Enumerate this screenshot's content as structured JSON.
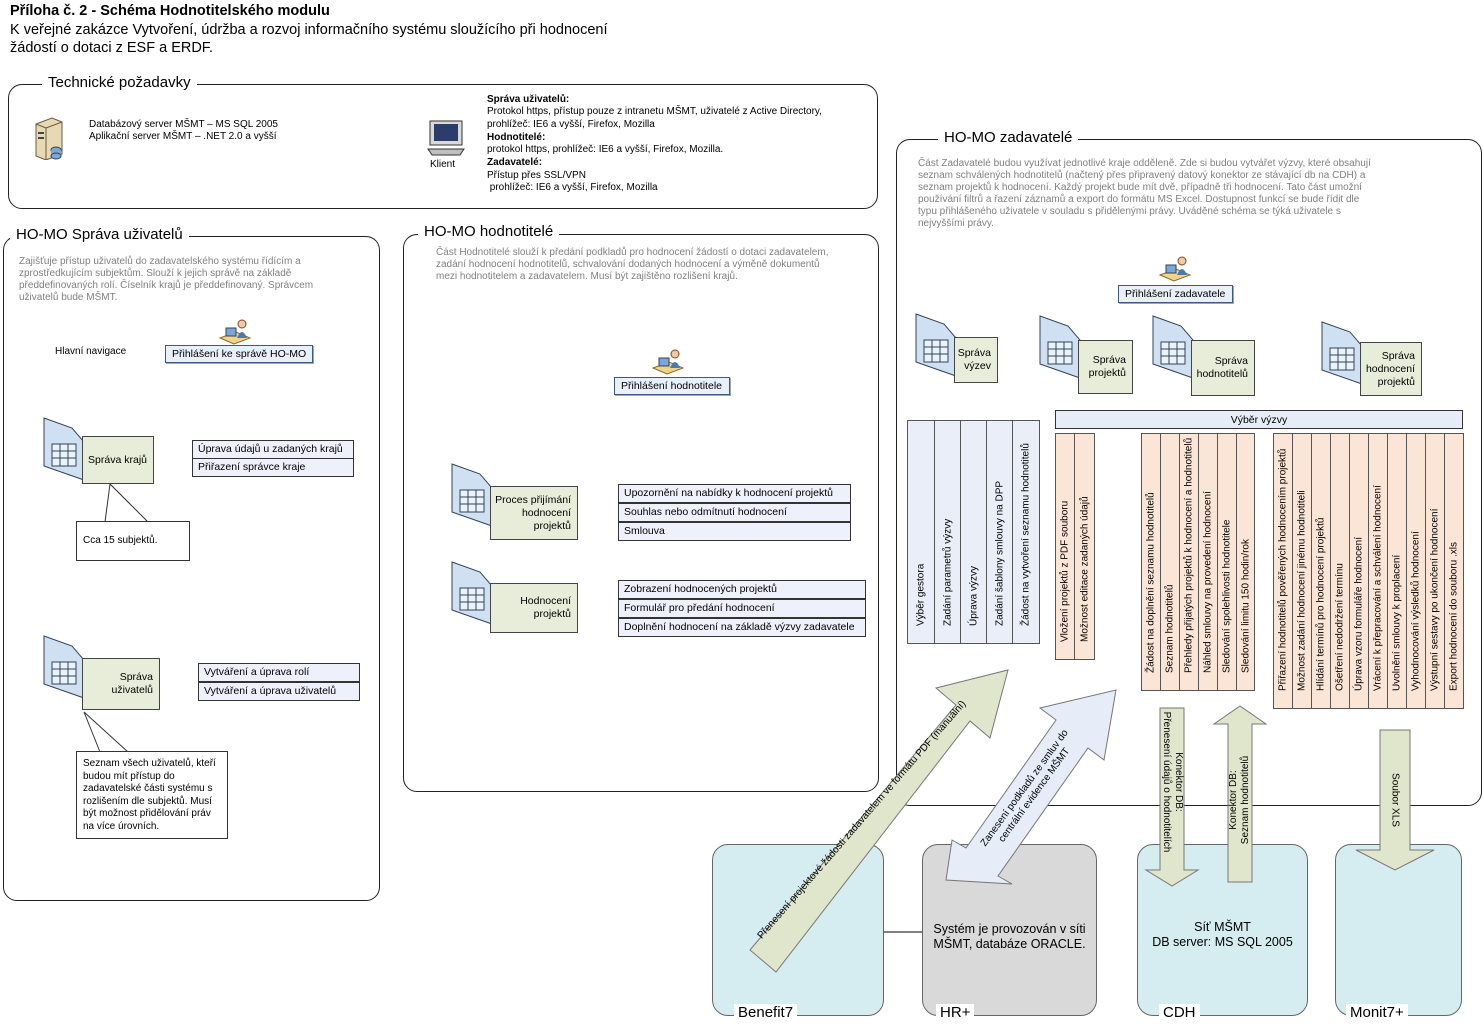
{
  "header": {
    "title": "Příloha č. 2 - Schéma Hodnotitelského modulu",
    "line2": "K veřejné zakázce Vytvoření, údržba a rozvoj informačního systému sloužícího při hodnocení",
    "line3": "žádostí o dotaci z ESF a ERDF."
  },
  "tech": {
    "title": "Technické požadavky",
    "server_line1": "Databázový server MŠMT – MS SQL 2005",
    "server_line2": "Aplikační server MŠMT – .NET 2.0 a vyšší",
    "client_label": "Klient",
    "users_hdr": "Správa uživatelů:",
    "users_l1": "Protokol https, přístup pouze z intranetu MŠMT, uživatelé z Active Directory,",
    "users_l2": "prohlížeč: IE6 a vyšší, Firefox, Mozilla",
    "eval_hdr": "Hodnotitelé:",
    "eval_l1": "protokol https, prohlížeč: IE6 a vyšší, Firefox, Mozilla.",
    "assign_hdr": "Zadavatelé:",
    "assign_l1": "Přístup přes SSL/VPN",
    "assign_l2": " prohlížeč: IE6 a vyšší, Firefox, Mozilla"
  },
  "users": {
    "title": "HO-MO Správa uživatelů",
    "desc": "Zajišťuje přístup uživatelů do zadavatelského systému řídícím a zprostředkujícím subjektům. Slouží k jejich správě na základě předdefinovaných rolí. Číselník krajů je předdefinovaný. Správcem uživatelů bude MŠMT.",
    "nav_label": "Hlavní navigace",
    "login": "Přihlášení ke správě HO-MO",
    "regions_module": "Správa krajů",
    "regions_items": [
      "Úprava údajů u zadaných krajů",
      "Přiřazení správce kraje"
    ],
    "regions_note": "Cca 15 subjektů.",
    "users_module_l1": "Správa",
    "users_module_l2": "uživatelů",
    "users_items": [
      "Vytváření a úprava rolí",
      "Vytváření a úprava uživatelů"
    ],
    "users_note": "Seznam všech uživatelů, kteří budou mít přístup do zadavatelské části systému s rozlišením dle subjektů. Musí být možnost přidělování práv na více úrovních."
  },
  "evaluators": {
    "title": "HO-MO hodnotitelé",
    "desc": "Část Hodnotitelé slouží k předání podkladů pro hodnocení žádostí o dotaci zadavatelem, zadání hodnocení hodnotitelů, schvalování dodaných hodnocení a výměně dokumentů mezi hodnotitelem a zadavatelem. Musí být zajištěno rozlišení krajů.",
    "login": "Přihlášení hodnotitele",
    "accept_module_l1": "Proces přijímání",
    "accept_module_l2": "hodnocení",
    "accept_module_l3": "projektů",
    "accept_items": [
      "Upozornění na nabídky k hodnocení projektů",
      "Souhlas nebo odmítnutí hodnocení",
      "Smlouva"
    ],
    "eval_module_l1": "Hodnocení",
    "eval_module_l2": "projektů",
    "eval_items": [
      "Zobrazení hodnocených projektů",
      "Formulář pro předání hodnocení",
      "Doplnění hodnocení na základě výzvy zadavatele"
    ]
  },
  "assigners": {
    "title": "HO-MO zadavatelé",
    "desc": "Část Zadavatelé budou využívat jednotlivé kraje odděleně. Zde si budou vytvářet výzvy, které obsahují seznam schválených hodnotitelů (načtený přes připravený datový konektor ze stávající db na CDH) a seznam projektů k hodnocení. Každý projekt bude mít dvě, případně tři hodnocení. Tato část umožní používání filtrů a řazení záznamů a export do formátu MS Excel. Dostupnost funkcí se bude řídit dle typu přihlášeného uživatele v souladu s přidělenými právy. Uváděné schéma se týká uživatele s nejvyššími právy.",
    "login": "Přihlášení zadavatele",
    "modules": [
      {
        "l1": "Správa",
        "l2": "výzev",
        "l3": ""
      },
      {
        "l1": "Správa",
        "l2": "projektů",
        "l3": ""
      },
      {
        "l1": "Správa",
        "l2": "hodnotitelů",
        "l3": ""
      },
      {
        "l1": "Správa",
        "l2": "hodnocení",
        "l3": "projektů"
      }
    ],
    "select_call": "Výběr výzvy",
    "calls_cols": [
      "Výběr gestora",
      "Zadání parametrů výzvy",
      "Úprava výzvy",
      "Zadání šablony smlouvy na DPP",
      "Žádost na vytvoření seznamu hodnotitelů"
    ],
    "projects_cols": [
      "Vložení projektů z PDF souboru",
      "Možnost editace zadaných údajů"
    ],
    "evaluators_cols": [
      "Žádost na doplnění seznamu hodnotitelů",
      "Seznam hodnotitelů",
      "Přehledy přijatých projektů k hodnocení a hodnotitelů",
      "Náhled smlouvy na provedení hodnocení",
      "Sledování spolehlivosti hodnotitele",
      "Sledování limitu 150 hodin/rok"
    ],
    "ratings_cols": [
      "Přiřazení hodnotitelů pověřených hodnocením projektů",
      "Možnost zadání hodnocení jinému hodnotiteli",
      "Hlídání termínů pro hodnocení projektů",
      "Ošetření nedodržení termínu",
      "Úprava vzoru formuláře hodnocení",
      "Vrácení k přepracování a schválení hodnocení",
      "Uvolnění smlouvy k proplacení",
      "Vyhodnocování výsledků hodnocení",
      "Výstupní sestavy po ukončení hodnocení",
      "Export hodnocení do souboru .xls"
    ]
  },
  "arrows": {
    "benefit": "Přenesení projektové žádosti zadavatelem ve formátu PDF (manuální)",
    "hr": "Zanesení podkladů ze smluv do centrální evidence MŠMT",
    "cdh_down_l1": "Konektor DB:",
    "cdh_down_l2": "Přenesení údajů o hodnotitelích",
    "cdh_up_l1": "Konektor DB:",
    "cdh_up_l2": "Seznam hodnotitelů",
    "xls": "Soubor XLS"
  },
  "systems": {
    "benefit": "Benefit7",
    "hr": "HR+",
    "hr_text_l1": "Systém je provozován v síti",
    "hr_text_l2": "MŠMT, databáze ORACLE.",
    "cdh": "CDH",
    "cdh_text_l1": "Síť MŠMT",
    "cdh_text_l2": "DB server: MS SQL 2005",
    "monit": "Monit7+"
  },
  "colors": {
    "calls_bg": "#e9eef8",
    "projects_bg": "#fbe5d6",
    "evaluators_bg": "#fbe5d6",
    "ratings_bg": "#fbe5d6",
    "module_bg": "#e8edda",
    "system_bg": "#d5ecf1",
    "hr_bg": "#d9d9d9",
    "arrow_green": "#e0e6cc",
    "arrow_blue": "#e6edf8"
  }
}
